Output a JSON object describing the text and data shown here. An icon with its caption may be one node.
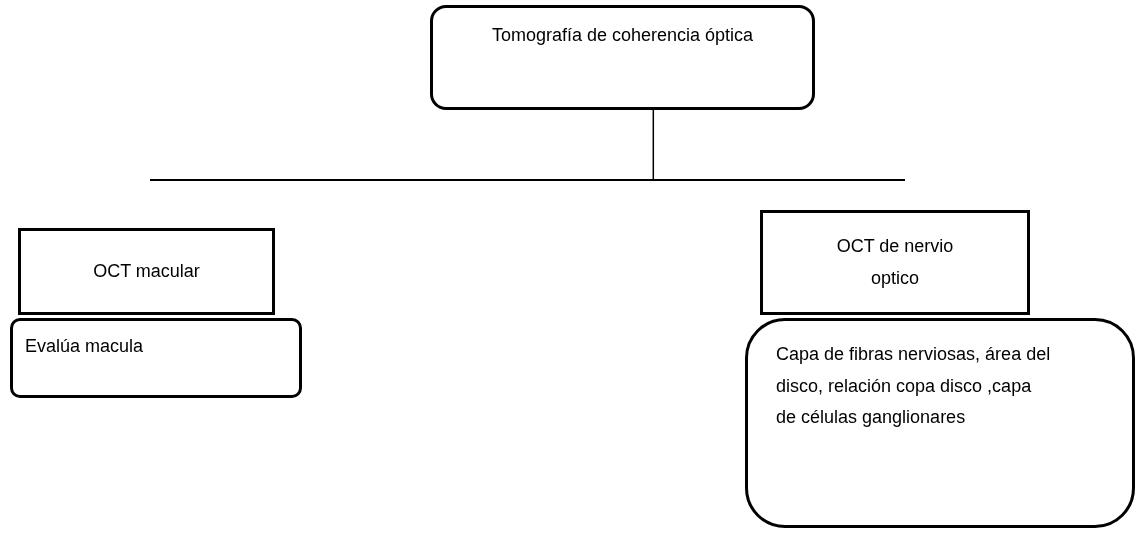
{
  "diagram": {
    "nodes": [
      {
        "text": [
          "Tomografía de coherencia óptica"
        ]
      },
      {
        "text": [],
        "shape": "bar"
      },
      {
        "text": [
          "OCT macular"
        ]
      },
      {
        "text": [
          "OCT de nervio optico"
        ]
      },
      {
        "text": [
          "Evalúa macula"
        ]
      },
      {
        "text": [
          "Capa de fibras nerviosas, área del disco, relación copa disco ,capa de células ganglionares"
        ]
      }
    ],
    "edges": [
      {
        "from": 0,
        "to": 1,
        "arrow": "none"
      }
    ]
  }
}
